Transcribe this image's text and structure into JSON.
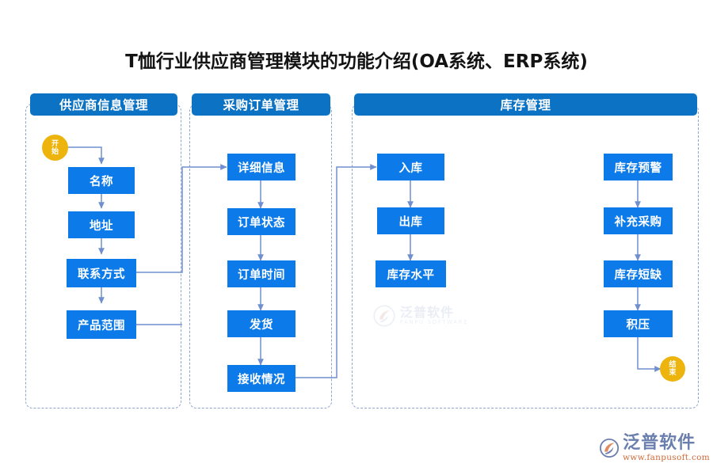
{
  "title": "T恤行业供应商管理模块的功能介绍(OA系统、ERP系统)",
  "colors": {
    "node_blue": "#0c7ae8",
    "header_blue": "#0b72c4",
    "terminator_gold": "#edb40e",
    "connector_blue": "#6f8fce",
    "dashed_border": "#8fa5ce",
    "background": "#ffffff",
    "title_text": "#131313"
  },
  "groups": [
    {
      "id": "supplier-info",
      "header": "供应商信息管理",
      "nodes": [
        {
          "id": "name",
          "label": "名称"
        },
        {
          "id": "address",
          "label": "地址"
        },
        {
          "id": "contact",
          "label": "联系方式"
        },
        {
          "id": "product-range",
          "label": "产品范围"
        }
      ]
    },
    {
      "id": "purchase-order",
      "header": "采购订单管理",
      "nodes": [
        {
          "id": "detail-info",
          "label": "详细信息"
        },
        {
          "id": "order-status",
          "label": "订单状态"
        },
        {
          "id": "order-time",
          "label": "订单时间"
        },
        {
          "id": "shipment",
          "label": "发货"
        },
        {
          "id": "receipt-status",
          "label": "接收情况"
        }
      ]
    },
    {
      "id": "inventory",
      "header": "库存管理",
      "nodes": [
        {
          "id": "stock-in",
          "label": "入库"
        },
        {
          "id": "stock-out",
          "label": "出库"
        },
        {
          "id": "stock-level",
          "label": "库存水平"
        },
        {
          "id": "stock-alert",
          "label": "库存预警"
        },
        {
          "id": "replenish",
          "label": "补充采购"
        },
        {
          "id": "stock-shortage",
          "label": "库存短缺"
        },
        {
          "id": "overstock",
          "label": "积压"
        }
      ]
    }
  ],
  "terminators": {
    "start": {
      "line1": "开",
      "line2": "始",
      "label": "开始"
    },
    "end": {
      "line1": "结",
      "line2": "束",
      "label": "结束"
    }
  },
  "watermark": {
    "cn": "泛普软件",
    "en": "FANPU SOFTWARE"
  },
  "logo": {
    "cn": "泛普软件",
    "url": "www.fanpusoft.com"
  }
}
